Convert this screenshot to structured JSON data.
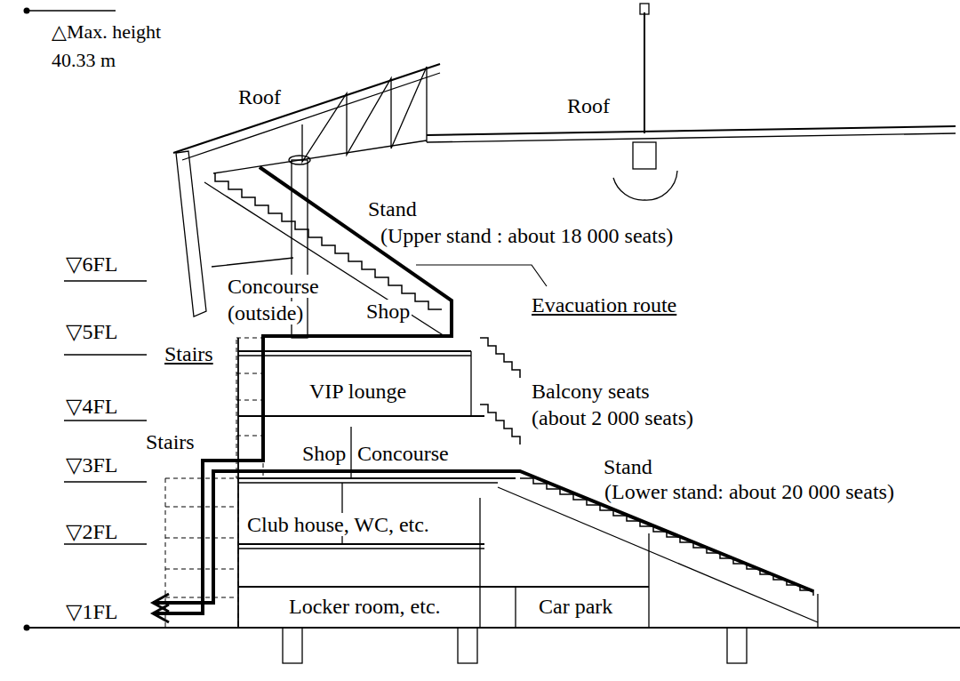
{
  "diagram": {
    "labels": [
      "△Max. height 40.33 m",
      "Roof",
      "Roof",
      "Stand",
      "(Upper stand : about 18 000 seats)",
      "▽6FL",
      "Concourse",
      "(outside)",
      "Shop",
      "Evacuation route",
      "▽5FL",
      "Stairs",
      "VIP lounge",
      "▽4FL",
      "Balcony seats",
      "(about 2 000 seats)",
      "Stairs",
      "Shop",
      "Concourse",
      "▽3FL",
      "Stand",
      "(Lower stand: about 20 000 seats)",
      "▽2FL",
      "Club house, WC, etc.",
      "▽1FL",
      "Locker room, etc.",
      "Car park"
    ]
  }
}
